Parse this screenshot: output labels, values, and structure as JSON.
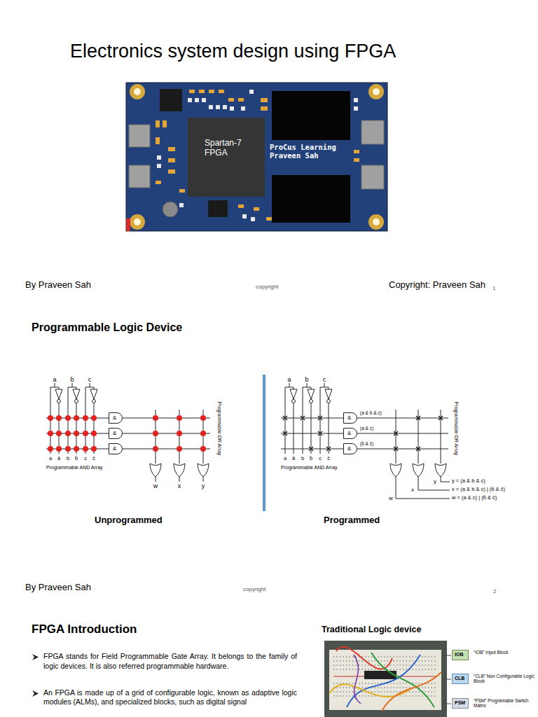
{
  "diagram": {
    "title": "Electronics system design using FPGA",
    "nodes": [
      {
        "text": [
          "ProCus Learning Praveen Sah"
        ]
      },
      {
        "text": [
          "Spartan-7 FPGA"
        ],
        "in": 0
      },
      {
        "text": [
          "&"
        ]
      },
      {
        "text": [
          "&"
        ]
      },
      {
        "text": [
          "&"
        ]
      },
      {
        "text": [
          "&"
        ]
      },
      {
        "text": [
          "&"
        ]
      },
      {
        "text": [
          "&"
        ]
      },
      {
        "text": [
          "IOB",
          "“IOB” Input Block"
        ]
      },
      {
        "text": [
          "CLB",
          "“CLB” Non Configurable Logic Block"
        ]
      },
      {
        "text": [
          "PSM",
          "“PSM” Programable Switch Matrix"
        ]
      }
    ],
    "labels": [
      "By Praveen Sah",
      "copyright",
      "Copyright: Praveen Sah",
      "1",
      "Programmable Logic Device",
      "a",
      "b",
      "c",
      "a",
      "ā",
      "b",
      "b̄",
      "c",
      "c̄",
      "Programmable AND Array",
      "Programmable OR Array",
      "w",
      "x",
      "y",
      "Unprogrammed",
      "a",
      "b",
      "c",
      "a",
      "ā",
      "b",
      "b̄",
      "c",
      "c̄",
      "(a & b & c)",
      "(a & c)",
      "(b̄ & c̄)",
      "Programmable AND Array",
      "Programmable OR Array",
      "w",
      "x",
      "y",
      "y = (a & b & c)",
      "x = (a & b & c) | (b̄ & c̄)",
      "w = (a & c) | (b̄ & c̄)",
      "Programmed",
      "By Praveen Sah",
      "copyright",
      "2",
      "FPGA Introduction",
      "FPGA stands for Field Programmable Gate Array. It belongs to the family of logic devices. It is also referred programmable hardware.",
      "An FPGA is made up of a grid of configurable logic, known as adaptive logic modules (ALMs), and specialized blocks, such as digital signal",
      "Traditional Logic device"
    ]
  }
}
